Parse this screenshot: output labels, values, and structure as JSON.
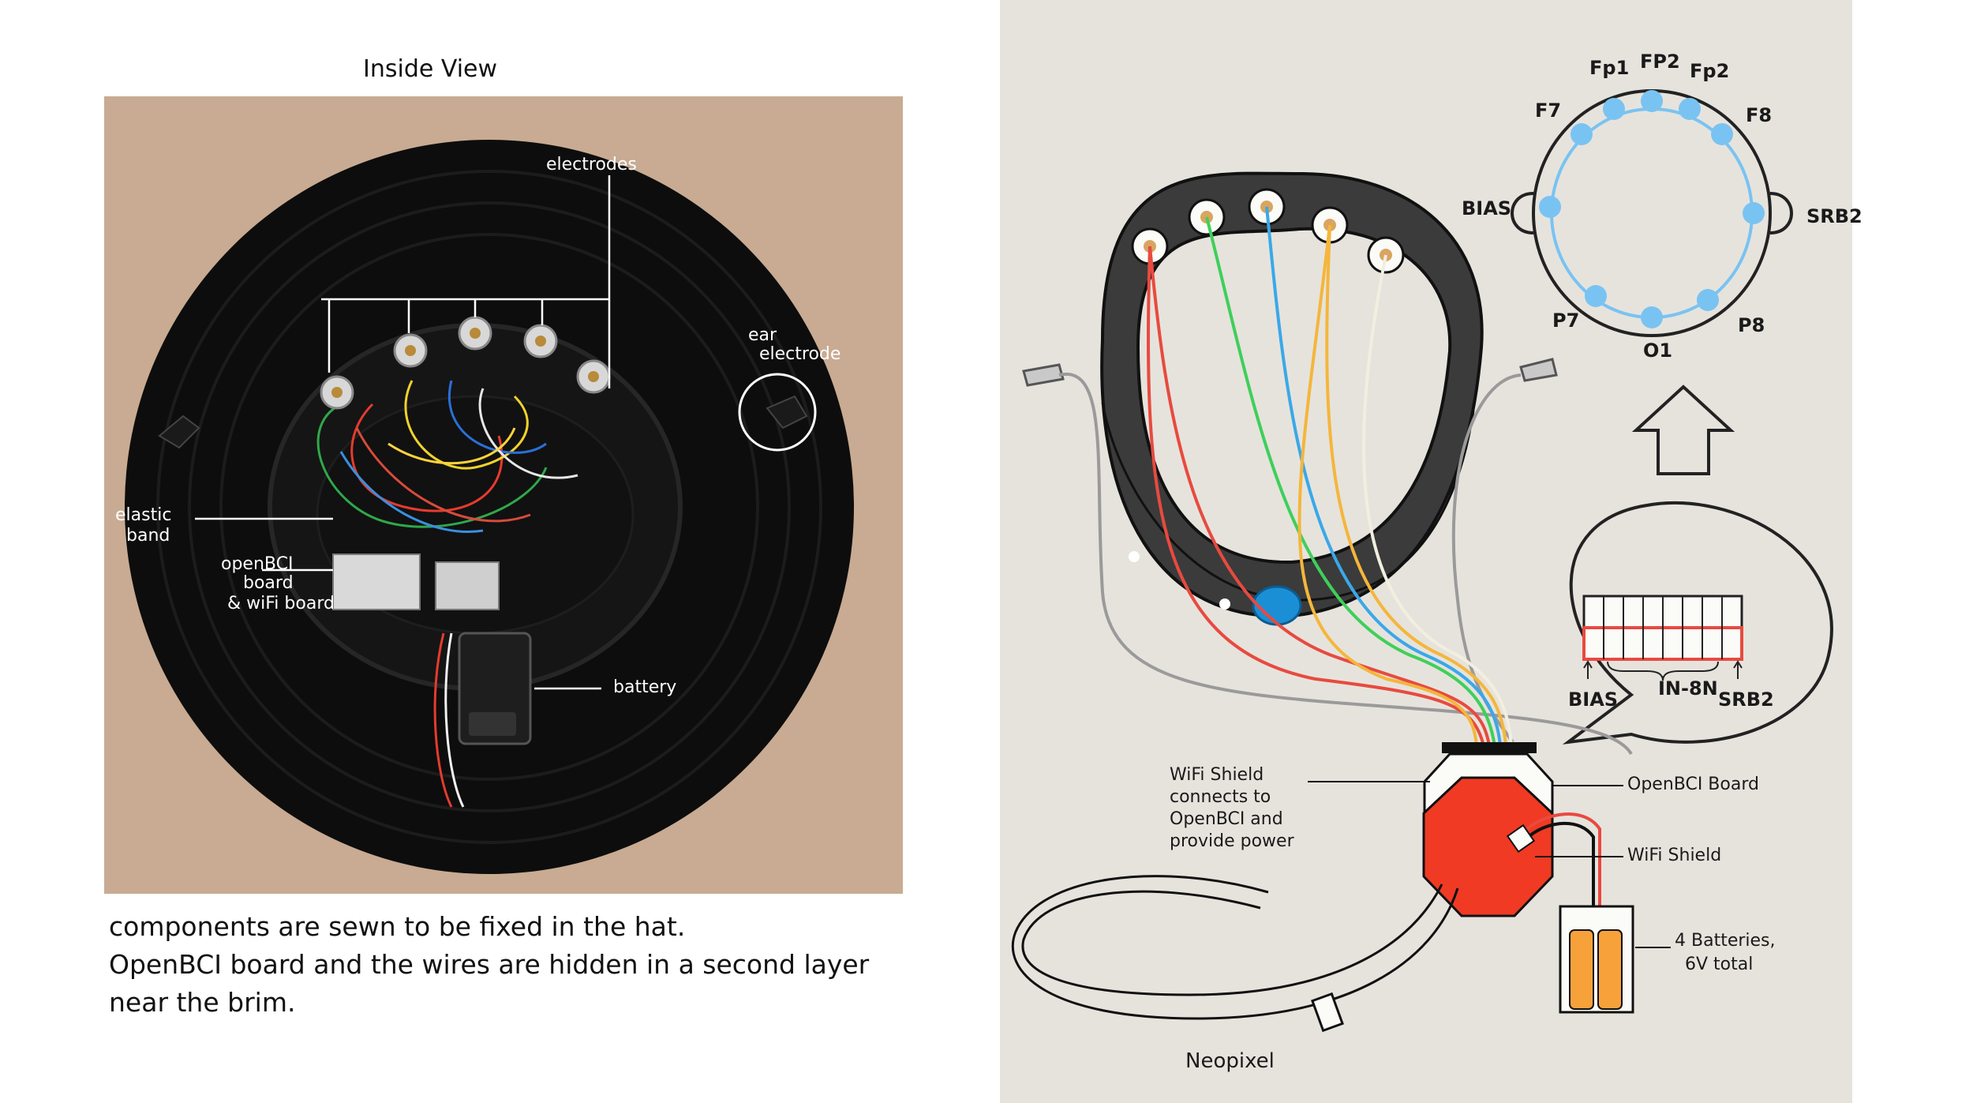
{
  "left": {
    "title": "Inside View",
    "labels": {
      "electrodes": "electrodes",
      "ear_electrode_1": "ear",
      "ear_electrode_2": "electrode",
      "elastic_band_1": "elastic",
      "elastic_band_2": "band",
      "openbci_1": "openBCI",
      "openbci_2": "board",
      "openbci_3": "& wiFi board",
      "battery": "battery"
    },
    "caption": [
      "components are sewn to be fixed in the hat.",
      "OpenBCI board and the wires are hidden in a second layer",
      "near the brim."
    ]
  },
  "right": {
    "head_map": {
      "electrodes": [
        "Fp1",
        "FP2",
        "Fp2",
        "F7",
        "F8",
        "BIAS",
        "SRB2",
        "P7",
        "P8",
        "O1"
      ],
      "electrode_color": "#79c3f2"
    },
    "header_zoom": {
      "left": "BIAS",
      "middle": "IN-8N",
      "right": "SRB2"
    },
    "labels": {
      "wifi_note": [
        "WiFi Shield",
        "connects to",
        "OpenBCI and",
        "provide power"
      ],
      "openbci_board": "OpenBCI Board",
      "wifi_shield": "WiFi Shield",
      "batteries_1": "4 Batteries,",
      "batteries_2": "6V total",
      "neopixel": "Neopixel"
    },
    "colors": {
      "board": "#f03a24",
      "battery": "#f7a13b",
      "band": "#3b3b3b",
      "wires": [
        "#e84a3f",
        "#3fcf5a",
        "#3aa8e8",
        "#f4b63b",
        "#f2eee0"
      ]
    }
  }
}
